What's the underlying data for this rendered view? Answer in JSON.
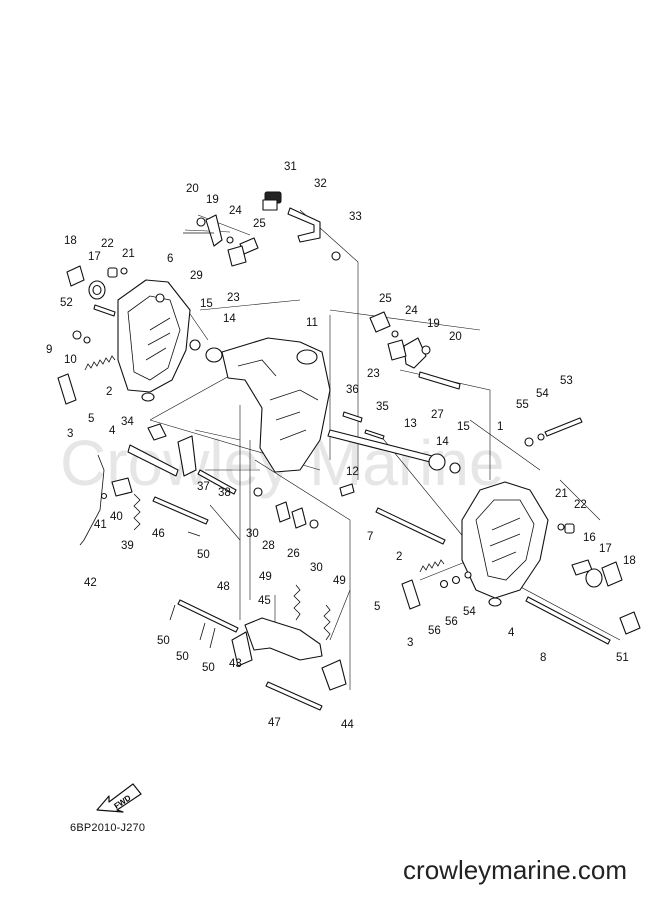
{
  "watermark": "Crowley Marine",
  "diagram_code": "6BP2010-J270",
  "footer_site": "crowleymarine.com",
  "fwd_label": "FWD",
  "callouts": [
    {
      "id": "c31",
      "text": "31"
    },
    {
      "id": "c32",
      "text": "32"
    },
    {
      "id": "c33",
      "text": "33"
    },
    {
      "id": "c20a",
      "text": "20"
    },
    {
      "id": "c19a",
      "text": "19"
    },
    {
      "id": "c24a",
      "text": "24"
    },
    {
      "id": "c25a",
      "text": "25"
    },
    {
      "id": "c29",
      "text": "29"
    },
    {
      "id": "c23a",
      "text": "23"
    },
    {
      "id": "c18a",
      "text": "18"
    },
    {
      "id": "c22a",
      "text": "22"
    },
    {
      "id": "c21a",
      "text": "21"
    },
    {
      "id": "c17a",
      "text": "17"
    },
    {
      "id": "c6",
      "text": "6"
    },
    {
      "id": "c52",
      "text": "52"
    },
    {
      "id": "c15a",
      "text": "15"
    },
    {
      "id": "c14a",
      "text": "14"
    },
    {
      "id": "c11",
      "text": "11"
    },
    {
      "id": "c9",
      "text": "9"
    },
    {
      "id": "c10",
      "text": "10"
    },
    {
      "id": "c2a",
      "text": "2"
    },
    {
      "id": "c5a",
      "text": "5"
    },
    {
      "id": "c3a",
      "text": "3"
    },
    {
      "id": "c4a",
      "text": "4"
    },
    {
      "id": "c34",
      "text": "34"
    },
    {
      "id": "c37",
      "text": "37"
    },
    {
      "id": "c38",
      "text": "38"
    },
    {
      "id": "c25b",
      "text": "25"
    },
    {
      "id": "c24b",
      "text": "24"
    },
    {
      "id": "c19b",
      "text": "19"
    },
    {
      "id": "c20b",
      "text": "20"
    },
    {
      "id": "c23b",
      "text": "23"
    },
    {
      "id": "c36",
      "text": "36"
    },
    {
      "id": "c35",
      "text": "35"
    },
    {
      "id": "c27",
      "text": "27"
    },
    {
      "id": "c13",
      "text": "13"
    },
    {
      "id": "c14b",
      "text": "14"
    },
    {
      "id": "c15b",
      "text": "15"
    },
    {
      "id": "c1",
      "text": "1"
    },
    {
      "id": "c55",
      "text": "55"
    },
    {
      "id": "c54a",
      "text": "54"
    },
    {
      "id": "c53",
      "text": "53"
    },
    {
      "id": "c12",
      "text": "12"
    },
    {
      "id": "c42",
      "text": "42"
    },
    {
      "id": "c41",
      "text": "41"
    },
    {
      "id": "c40",
      "text": "40"
    },
    {
      "id": "c39",
      "text": "39"
    },
    {
      "id": "c46",
      "text": "46"
    },
    {
      "id": "c50a",
      "text": "50"
    },
    {
      "id": "c30a",
      "text": "30"
    },
    {
      "id": "c28",
      "text": "28"
    },
    {
      "id": "c26",
      "text": "26"
    },
    {
      "id": "c30b",
      "text": "30"
    },
    {
      "id": "c7",
      "text": "7"
    },
    {
      "id": "c21b",
      "text": "21"
    },
    {
      "id": "c22b",
      "text": "22"
    },
    {
      "id": "c16",
      "text": "16"
    },
    {
      "id": "c17b",
      "text": "17"
    },
    {
      "id": "c18b",
      "text": "18"
    },
    {
      "id": "c2b",
      "text": "2"
    },
    {
      "id": "c5b",
      "text": "5"
    },
    {
      "id": "c3b",
      "text": "3"
    },
    {
      "id": "c56a",
      "text": "56"
    },
    {
      "id": "c56b",
      "text": "56"
    },
    {
      "id": "c54b",
      "text": "54"
    },
    {
      "id": "c4b",
      "text": "4"
    },
    {
      "id": "c8",
      "text": "8"
    },
    {
      "id": "c51",
      "text": "51"
    },
    {
      "id": "c48",
      "text": "48"
    },
    {
      "id": "c49a",
      "text": "49"
    },
    {
      "id": "c49b",
      "text": "49"
    },
    {
      "id": "c45",
      "text": "45"
    },
    {
      "id": "c50b",
      "text": "50"
    },
    {
      "id": "c50c",
      "text": "50"
    },
    {
      "id": "c50d",
      "text": "50"
    },
    {
      "id": "c43",
      "text": "43"
    },
    {
      "id": "c47",
      "text": "47"
    },
    {
      "id": "c44",
      "text": "44"
    }
  ]
}
